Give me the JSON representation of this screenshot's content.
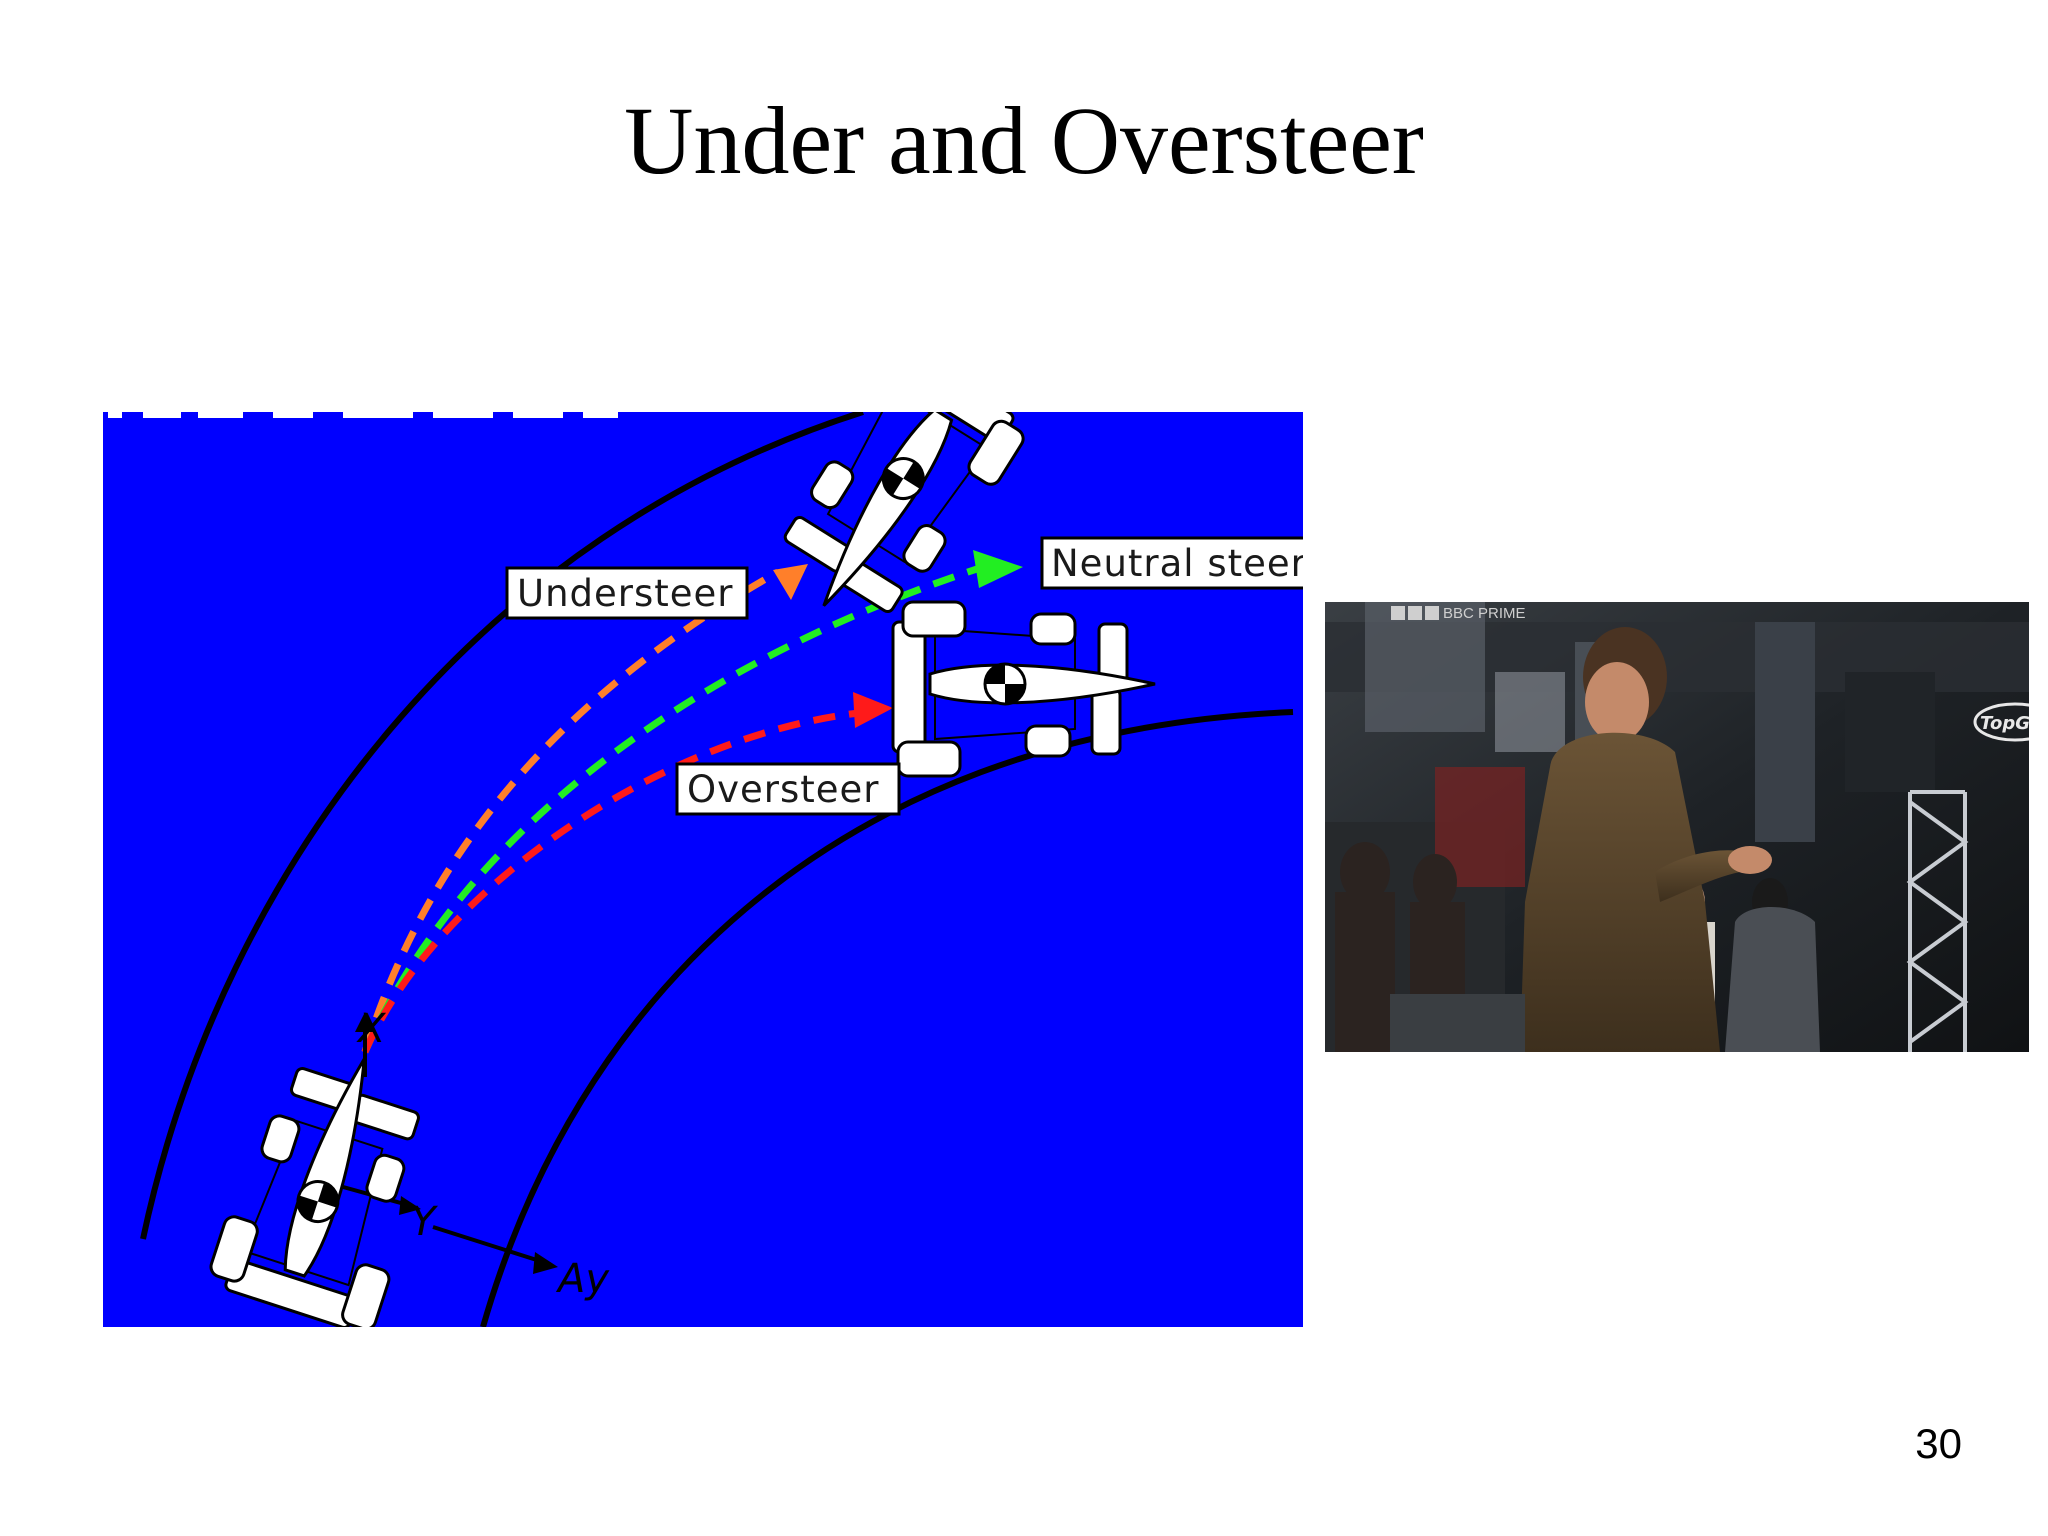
{
  "slide": {
    "title": "Under and Oversteer",
    "page_number": "30"
  },
  "diagram": {
    "labels": {
      "understeer": "Understeer",
      "neutral_steer": "Neutral steer",
      "oversteer": "Oversteer",
      "x_axis": "X",
      "y_axis": "Y",
      "ay_axis": "Ay"
    },
    "colors": {
      "background": "#0000ff",
      "understeer_path": "#ff7f2a",
      "neutral_path": "#22ee22",
      "oversteer_path": "#ff1a1a",
      "track_edge": "#000000"
    }
  },
  "video": {
    "channel_logo": "BBC PRIME",
    "show_logo": "TopGear"
  }
}
